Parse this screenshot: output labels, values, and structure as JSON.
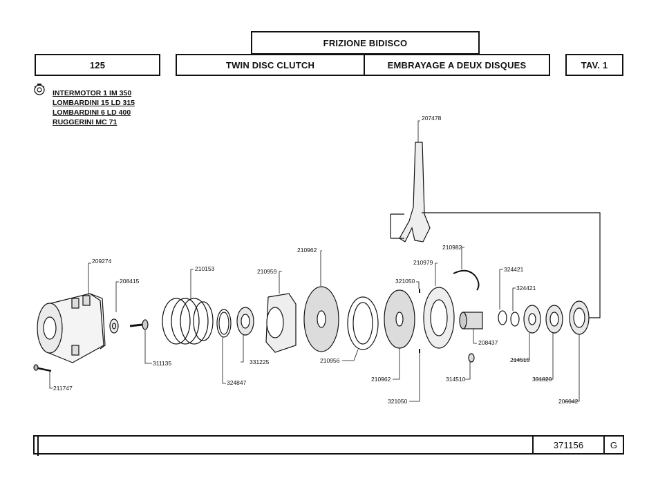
{
  "header": {
    "title_it": "FRIZIONE BIDISCO",
    "group_no": "125",
    "title_en": "TWIN DISC CLUTCH",
    "title_fr": "EMBRAYAGE A DEUX DISQUES",
    "table": "TAV. 1"
  },
  "engines": [
    "INTERMOTOR 1 IM 350",
    "LOMBARDINI 15 LD 315",
    "LOMBARDINI 6 LD 400",
    "RUGGERINI MC 71"
  ],
  "parts": {
    "p207478": "207478",
    "p209274": "209274",
    "p208415": "208415",
    "p210153": "210153",
    "p210959": "210959",
    "p210962_top": "210962",
    "p210982": "210982",
    "p210979": "210979",
    "p321050_top": "321050",
    "p324421_a": "324421",
    "p324421_b": "324421",
    "p311135": "311135",
    "p331225": "331225",
    "p324847": "324847",
    "p210956": "210956",
    "p210962_bot": "210962",
    "p321050_bot": "321050",
    "p208437": "208437",
    "p314510": "314510",
    "p214515": "214515",
    "p331820": "331820",
    "p206042": "206042",
    "p211747": "211747"
  },
  "footer": {
    "code": "371156",
    "rev": "G"
  }
}
